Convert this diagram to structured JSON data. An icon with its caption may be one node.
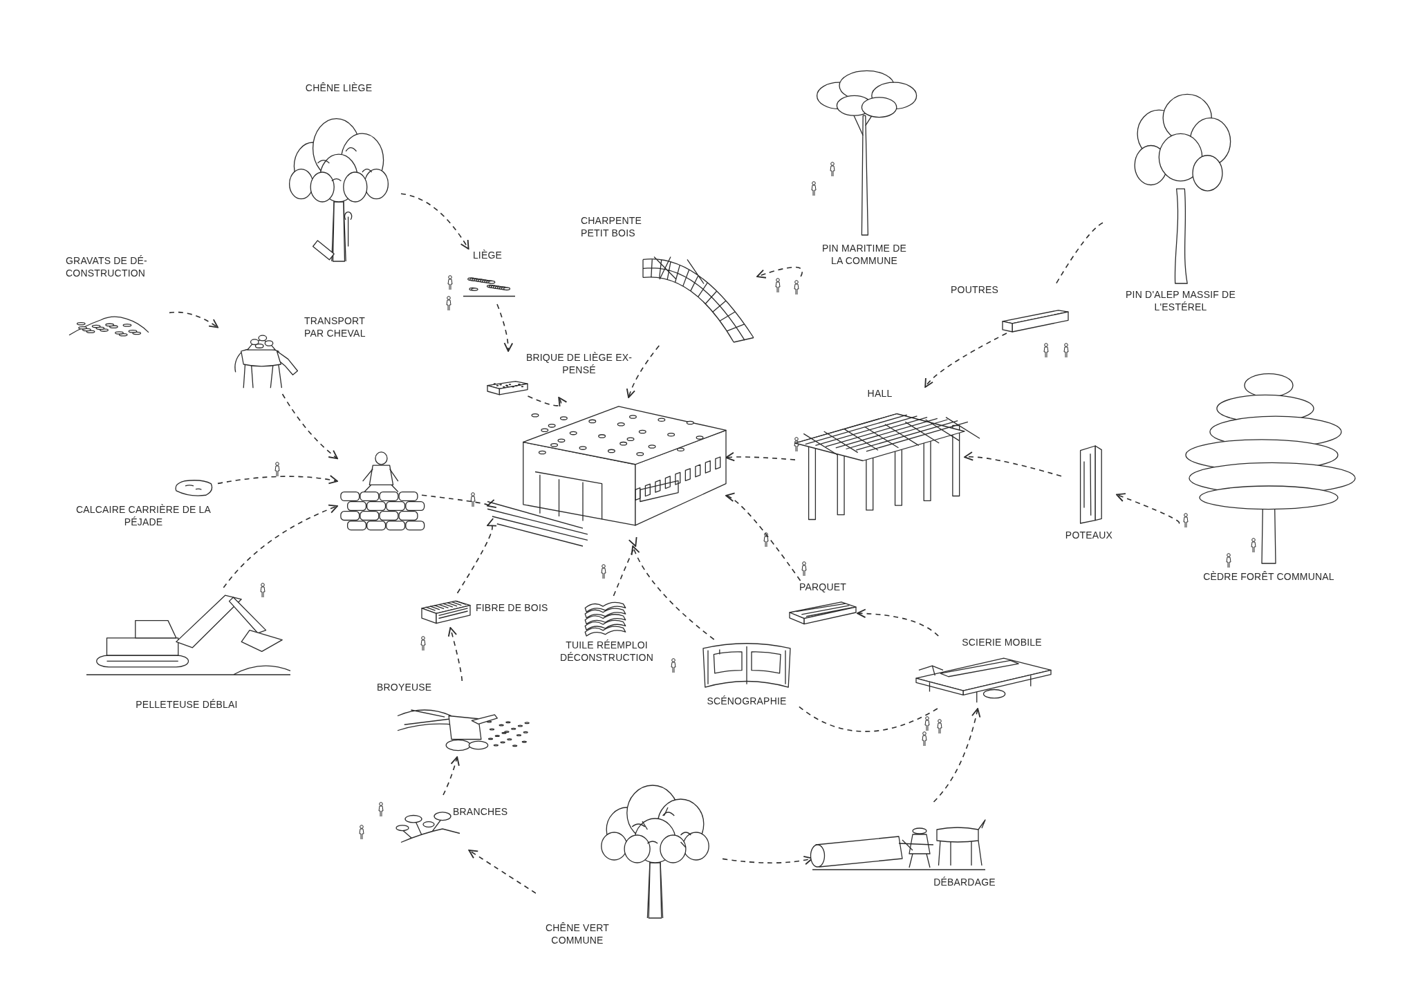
{
  "diagram": {
    "nodes": [
      {
        "text": [
          "CHÊNE LIÈGE"
        ]
      },
      {
        "text": [
          "LIÈGE"
        ]
      },
      {
        "text": [
          "GRAVATS DE DÉ- CONSTRUCTION"
        ]
      },
      {
        "text": [
          "TRANSPORT PAR CHEVAL"
        ]
      },
      {
        "text": [
          "CHARPENTE PETIT BOIS"
        ]
      },
      {
        "text": [
          "PIN MARITIME DE LA COMMUNE"
        ]
      },
      {
        "text": [
          "PIN D'ALEP MASSIF DE L'ESTÉREL"
        ]
      },
      {
        "text": [
          "POUTRES"
        ]
      },
      {
        "text": [
          "BRIQUE DE LIÈGE EX- PENSÉ"
        ]
      },
      {
        "text": [
          "HALL"
        ]
      },
      {
        "text": [],
        "shape": "picture"
      },
      {
        "text": [
          "CALCAIRE CARRIÈRE DE LA PÉJADE"
        ]
      },
      {
        "text": [],
        "shape": "picture"
      },
      {
        "text": [
          "CÈDRE FORÊT COMMUNAL"
        ]
      },
      {
        "text": [
          "POTEAUX"
        ]
      },
      {
        "text": [
          "PELLETEUSE DÉBLAI"
        ]
      },
      {
        "text": [
          "FIBRE DE BOIS"
        ]
      },
      {
        "text": [
          "TUILE RÉEMPLOI DÉCONSTRUCTION"
        ]
      },
      {
        "text": [
          "PARQUET"
        ]
      },
      {
        "text": [
          "SCÉNOGRAPHIE"
        ]
      },
      {
        "text": [
          "SCIERIE MOBILE"
        ]
      },
      {
        "text": [
          "BROYEUSE"
        ]
      },
      {
        "text": [
          "BRANCHES"
        ]
      },
      {
        "text": [
          "CHÊNE VERT COMMUNE"
        ]
      },
      {
        "text": [
          "DÉBARDAGE"
        ]
      }
    ],
    "edges": [
      {
        "from": 0,
        "to": 1,
        "arrow": "to"
      },
      {
        "from": 1,
        "to": 8,
        "arrow": "to"
      },
      {
        "from": 2,
        "to": 3,
        "arrow": "to"
      },
      {
        "from": 3,
        "to": 10,
        "arrow": "to"
      },
      {
        "from": 8,
        "to": 12,
        "arrow": "to"
      },
      {
        "from": 4,
        "to": 12,
        "arrow": "to"
      },
      {
        "from": 5,
        "to": 4,
        "arrow": "to"
      },
      {
        "from": 6,
        "to": 7,
        "arrow": "none"
      },
      {
        "from": 7,
        "to": 9,
        "arrow": "to"
      },
      {
        "from": 9,
        "to": 12,
        "arrow": "to"
      },
      {
        "from": 11,
        "to": 10,
        "arrow": "to"
      },
      {
        "from": 15,
        "to": 10,
        "arrow": "to"
      },
      {
        "from": 10,
        "to": 12,
        "arrow": "to"
      },
      {
        "from": 13,
        "to": 14,
        "arrow": "to"
      },
      {
        "from": 14,
        "to": 9,
        "arrow": "to"
      },
      {
        "from": 16,
        "to": 12,
        "arrow": "to"
      },
      {
        "from": 17,
        "to": 12,
        "arrow": "to"
      },
      {
        "from": 18,
        "to": 12,
        "arrow": "to"
      },
      {
        "from": 19,
        "to": 12,
        "arrow": "to"
      },
      {
        "from": 20,
        "to": 18,
        "arrow": "to"
      },
      {
        "from": 20,
        "to": 19,
        "arrow": "none"
      },
      {
        "from": 24,
        "to": 20,
        "arrow": "to"
      },
      {
        "from": 23,
        "to": 24,
        "arrow": "to"
      },
      {
        "from": 23,
        "to": 22,
        "arrow": "to"
      },
      {
        "from": 22,
        "to": 21,
        "arrow": "to"
      },
      {
        "from": 21,
        "to": 16,
        "arrow": "to"
      }
    ]
  }
}
